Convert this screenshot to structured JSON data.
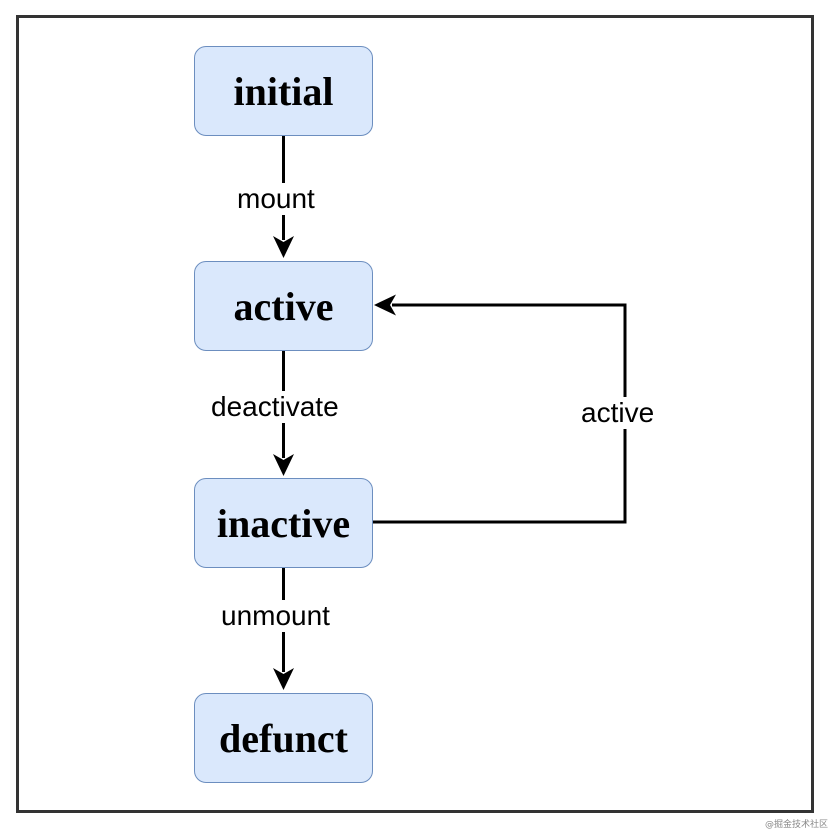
{
  "diagram": {
    "node_fill": "#dae8fc",
    "node_border": "#6c8ebf",
    "nodes": [
      {
        "id": "initial",
        "label": "initial"
      },
      {
        "id": "active",
        "label": "active"
      },
      {
        "id": "inactive",
        "label": "inactive"
      },
      {
        "id": "defunct",
        "label": "defunct"
      }
    ],
    "edges": [
      {
        "from": "initial",
        "to": "active",
        "label": "mount"
      },
      {
        "from": "active",
        "to": "inactive",
        "label": "deactivate"
      },
      {
        "from": "inactive",
        "to": "defunct",
        "label": "unmount"
      },
      {
        "from": "inactive",
        "to": "active",
        "label": "active"
      }
    ]
  },
  "watermark": "@掘金技术社区"
}
